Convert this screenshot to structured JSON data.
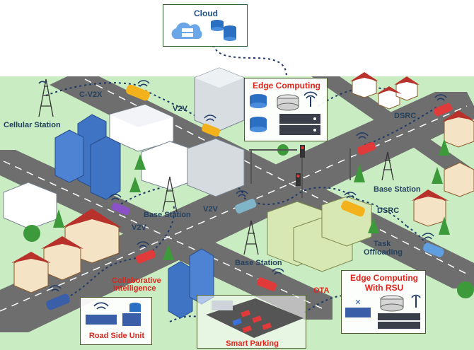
{
  "cloud": {
    "title": "Cloud"
  },
  "edge_top": {
    "title": "Edge Computing"
  },
  "edge_rsu": {
    "title_line1": "Edge Computing",
    "title_line2": "With RSU"
  },
  "rsu": {
    "title": "Road Side Unit"
  },
  "parking": {
    "title": "Smart Parking"
  },
  "labels": {
    "cv2x": "C-V2X",
    "cellular_station": "Cellular Station",
    "v2v_1": "V2V",
    "v2v_2": "V2V",
    "v2v_3": "V2V",
    "dsrc_1": "DSRC",
    "dsrc_2": "DSRC",
    "base_station_1": "Base Station",
    "base_station_2": "Base Station",
    "base_station_3": "Base Station",
    "task_offloading_1": "Task",
    "task_offloading_2": "Offloading",
    "collab_1": "Collaborative",
    "collab_2": "Intelligence",
    "ota": "OTA"
  },
  "colors": {
    "ground": "#c9ecc2",
    "road": "#6e6e6e",
    "lane_marking": "#ffffff",
    "link_dots": "#1f3a68",
    "accent_red": "#e0241b",
    "label_text": "#24415f",
    "box_border": "#4a5a2a"
  },
  "icons": [
    "cloud-icon",
    "server-icon",
    "database-icon",
    "wifi-icon",
    "tower-icon",
    "car-icon",
    "traffic-light-icon",
    "tree-icon",
    "building-icon",
    "house-icon"
  ]
}
